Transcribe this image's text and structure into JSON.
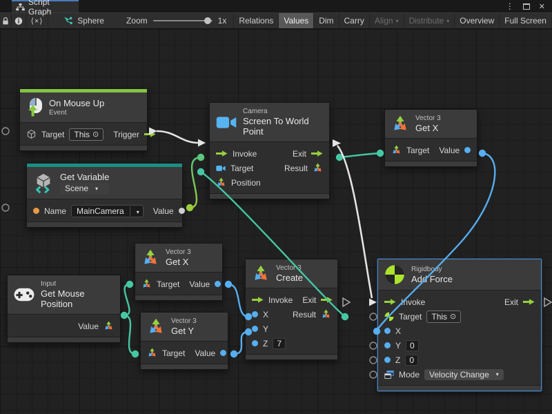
{
  "window": {
    "tab": "Script Graph"
  },
  "icons": {
    "kebab": "⋮",
    "close": "✕",
    "caret": "▾",
    "target_picker": "⊙",
    "fit": "⟨×⟩"
  },
  "toolbar": {
    "graph_name": "Sphere",
    "zoom_label": "Zoom",
    "zoom_value": "1x",
    "relations": "Relations",
    "values": "Values",
    "dim": "Dim",
    "carry": "Carry",
    "align": "Align",
    "distribute": "Distribute",
    "overview": "Overview",
    "full_screen": "Full Screen"
  },
  "nodes": {
    "on_mouse_up": {
      "title": "On Mouse Up",
      "subtitle": "Event",
      "target": "Target",
      "target_value": "This",
      "trigger": "Trigger"
    },
    "get_variable": {
      "title": "Get Variable",
      "scope": "Scene",
      "name": "Name",
      "name_value": "MainCamera",
      "value": "Value"
    },
    "screen_to_world": {
      "category": "Camera",
      "title": "Screen To World Point",
      "invoke": "Invoke",
      "exit": "Exit",
      "target": "Target",
      "result": "Result",
      "position": "Position"
    },
    "get_x_right": {
      "category": "Vector 3",
      "title": "Get X",
      "target": "Target",
      "value": "Value"
    },
    "get_x_mid": {
      "category": "Vector 3",
      "title": "Get X",
      "target": "Target",
      "value": "Value"
    },
    "get_y": {
      "category": "Vector 3",
      "title": "Get Y",
      "target": "Target",
      "value": "Value"
    },
    "get_mouse_position": {
      "category": "Input",
      "title": "Get Mouse Position",
      "value": "Value"
    },
    "vector3_create": {
      "category": "Vector 3",
      "title": "Create",
      "invoke": "Invoke",
      "exit": "Exit",
      "x": "X",
      "y": "Y",
      "z": "Z",
      "z_value": "7",
      "result": "Result"
    },
    "add_force": {
      "category": "Rigidbody",
      "title": "Add Force",
      "invoke": "Invoke",
      "exit": "Exit",
      "target": "Target",
      "target_value": "This",
      "x": "X",
      "y": "Y",
      "y_value": "0",
      "z": "Z",
      "z_value": "0",
      "mode": "Mode",
      "mode_value": "Velocity Change"
    }
  },
  "colors": {
    "flow_green": "#97d13e",
    "teal": "#46c7a4",
    "blue": "#57aef0",
    "orange": "#e89a46",
    "event_bar": "#84c443",
    "variable_bar": "#1b8f86",
    "selection": "#4a86c8",
    "wire_white": "#e4e4e4"
  }
}
